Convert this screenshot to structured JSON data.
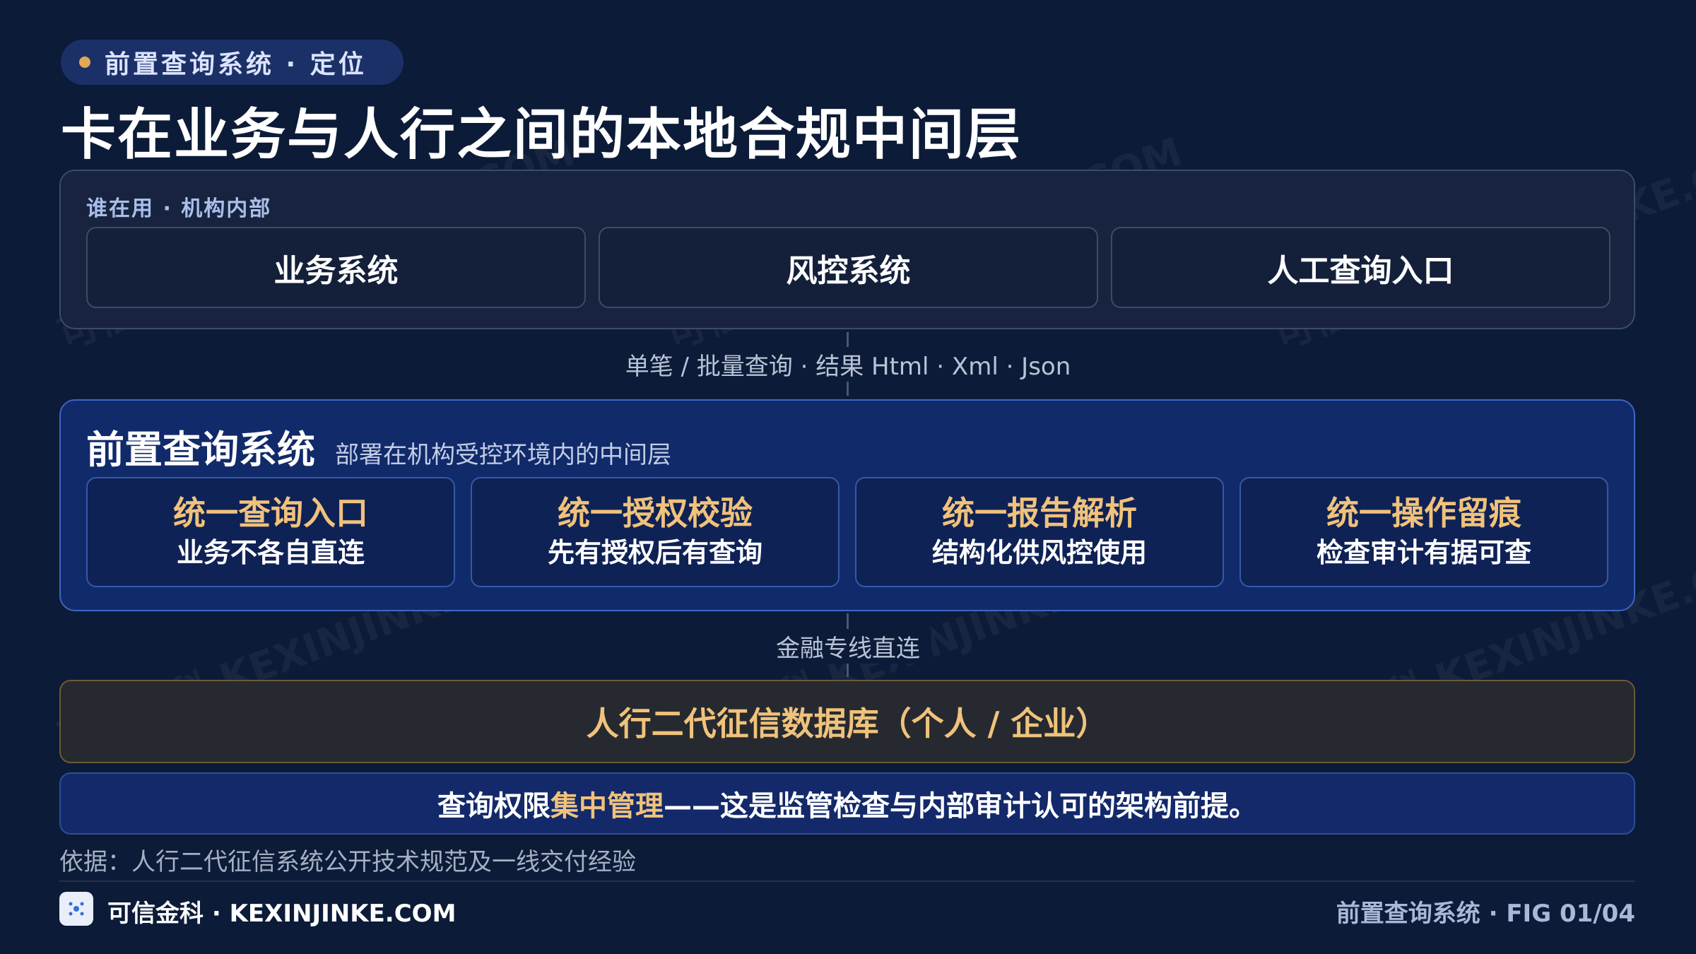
{
  "header": {
    "chip": "前置查询系统 · 定位",
    "title": "卡在业务与人行之间的本地合规中间层"
  },
  "users": {
    "label": "谁在用 · 机构内部",
    "items": [
      "业务系统",
      "风控系统",
      "人工查询入口"
    ]
  },
  "connector_top": "单笔 / 批量查询 · 结果 Html · Xml · Json",
  "core": {
    "title": "前置查询系统",
    "subtitle": "部署在机构受控环境内的中间层",
    "features": [
      {
        "title": "统一查询入口",
        "desc": "业务不各自直连"
      },
      {
        "title": "统一授权校验",
        "desc": "先有授权后有查询"
      },
      {
        "title": "统一报告解析",
        "desc": "结构化供风控使用"
      },
      {
        "title": "统一操作留痕",
        "desc": "检查审计有据可查"
      }
    ]
  },
  "connector_bottom": "金融专线直连",
  "database": "人行二代征信数据库（个人 / 企业）",
  "conclusion": {
    "prefix": "查询权限",
    "highlight": "集中管理",
    "suffix": "——这是监管检查与内部审计认可的架构前提。"
  },
  "basis": "依据：人行二代征信系统公开技术规范及一线交付经验",
  "footer": {
    "brand": "可信金科 · KEXINJINKE.COM",
    "fig": "前置查询系统 · FIG 01/04"
  },
  "watermark": "可信金科 KEXINJINKE.COM",
  "colors": {
    "background": "#0c1b38",
    "accent_gold": "#f0c27b",
    "core_blue": "#112a6a"
  }
}
